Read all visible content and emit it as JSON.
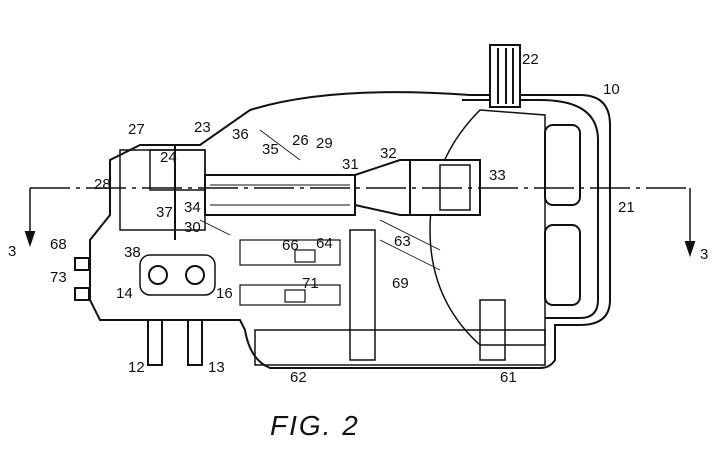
{
  "figure": {
    "caption": "FIG. 2",
    "labels": {
      "l10": "10",
      "l21": "21",
      "l22": "22",
      "l23": "23",
      "l24": "24",
      "l26": "26",
      "l27": "27",
      "l28": "28",
      "l29": "29",
      "l30": "30",
      "l31": "31",
      "l32": "32",
      "l33": "33",
      "l34": "34",
      "l35": "35",
      "l36": "36",
      "l37": "37",
      "l38": "38",
      "l3a": "3",
      "l3b": "3",
      "l12": "12",
      "l13": "13",
      "l14": "14",
      "l16": "16",
      "l61": "61",
      "l62": "62",
      "l63": "63",
      "l64": "64",
      "l66": "66",
      "l68": "68",
      "l69": "69",
      "l71": "71",
      "l73": "73"
    }
  }
}
